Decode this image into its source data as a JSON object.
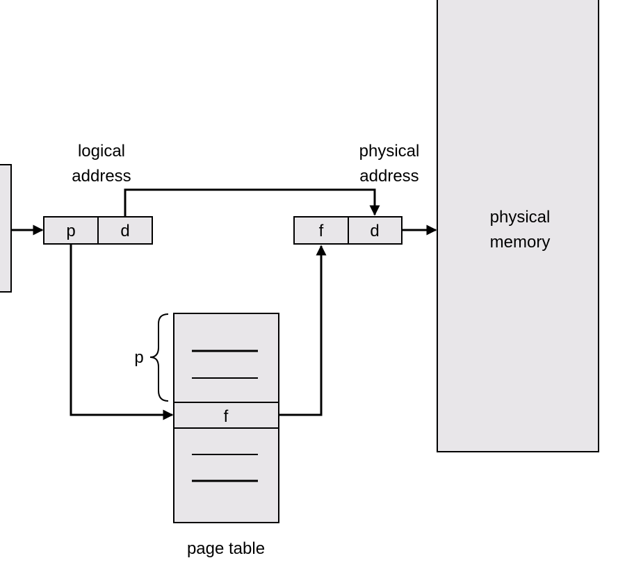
{
  "labels": {
    "logical_address_line1": "logical",
    "logical_address_line2": "address",
    "physical_address_line1": "physical",
    "physical_address_line2": "address",
    "physical_memory_line1": "physical",
    "physical_memory_line2": "memory",
    "page_table": "page table",
    "logical_p": "p",
    "logical_d": "d",
    "physical_f": "f",
    "physical_d": "d",
    "table_entry_f": "f",
    "brace_p": "p"
  },
  "colors": {
    "box_fill": "#e8e6e9",
    "stroke": "#000000",
    "background": "#ffffff"
  }
}
